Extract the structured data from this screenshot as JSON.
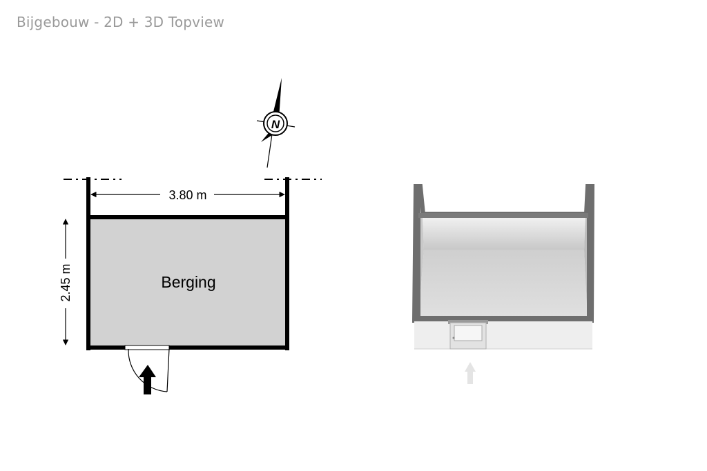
{
  "title": "Bijgebouw - 2D + 3D Topview",
  "plan_2d": {
    "room_label": "Berging",
    "width_label": "3.80 m",
    "depth_label": "2.45 m",
    "compass_label": "N"
  },
  "colors": {
    "floor": "#d2d2d2",
    "wall": "#000000",
    "title_text": "#9a9a9a",
    "model_wall_top": "#6e6e6e",
    "model_floor": "#d8d8d8"
  }
}
